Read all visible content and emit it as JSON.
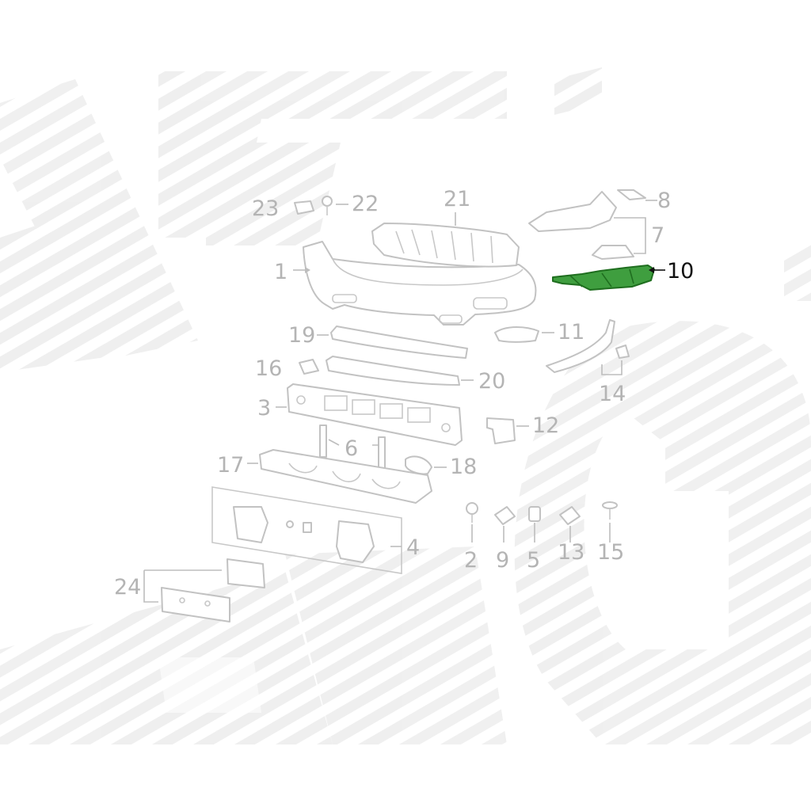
{
  "diagram": {
    "highlighted_part": "10",
    "highlight_color": "#2e8b2e",
    "callout_color": "#b4b4b4",
    "watermark_color": "#f0f0f0",
    "callouts": [
      "1",
      "2",
      "3",
      "4",
      "5",
      "6",
      "7",
      "8",
      "9",
      "10",
      "11",
      "12",
      "13",
      "14",
      "15",
      "16",
      "17",
      "18",
      "19",
      "20",
      "21",
      "22",
      "23",
      "24"
    ]
  }
}
